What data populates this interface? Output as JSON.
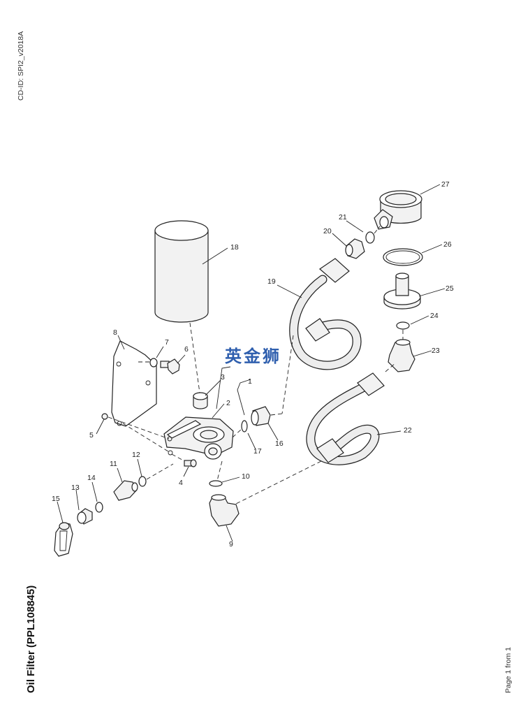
{
  "header": {
    "cd_id": "CD-ID: SPI2_v2018A"
  },
  "footer": {
    "title": "Oil Filter (PPL108845)",
    "page": "Page 1 from 1"
  },
  "watermark": {
    "text": "英金狮",
    "color": "#2f5fae"
  },
  "diagram": {
    "callouts": [
      "1",
      "2",
      "3",
      "4",
      "5",
      "6",
      "7",
      "8",
      "9",
      "10",
      "11",
      "12",
      "13",
      "14",
      "15",
      "16",
      "17",
      "18",
      "19",
      "20",
      "21",
      "22",
      "23",
      "24",
      "25",
      "26",
      "27"
    ]
  }
}
